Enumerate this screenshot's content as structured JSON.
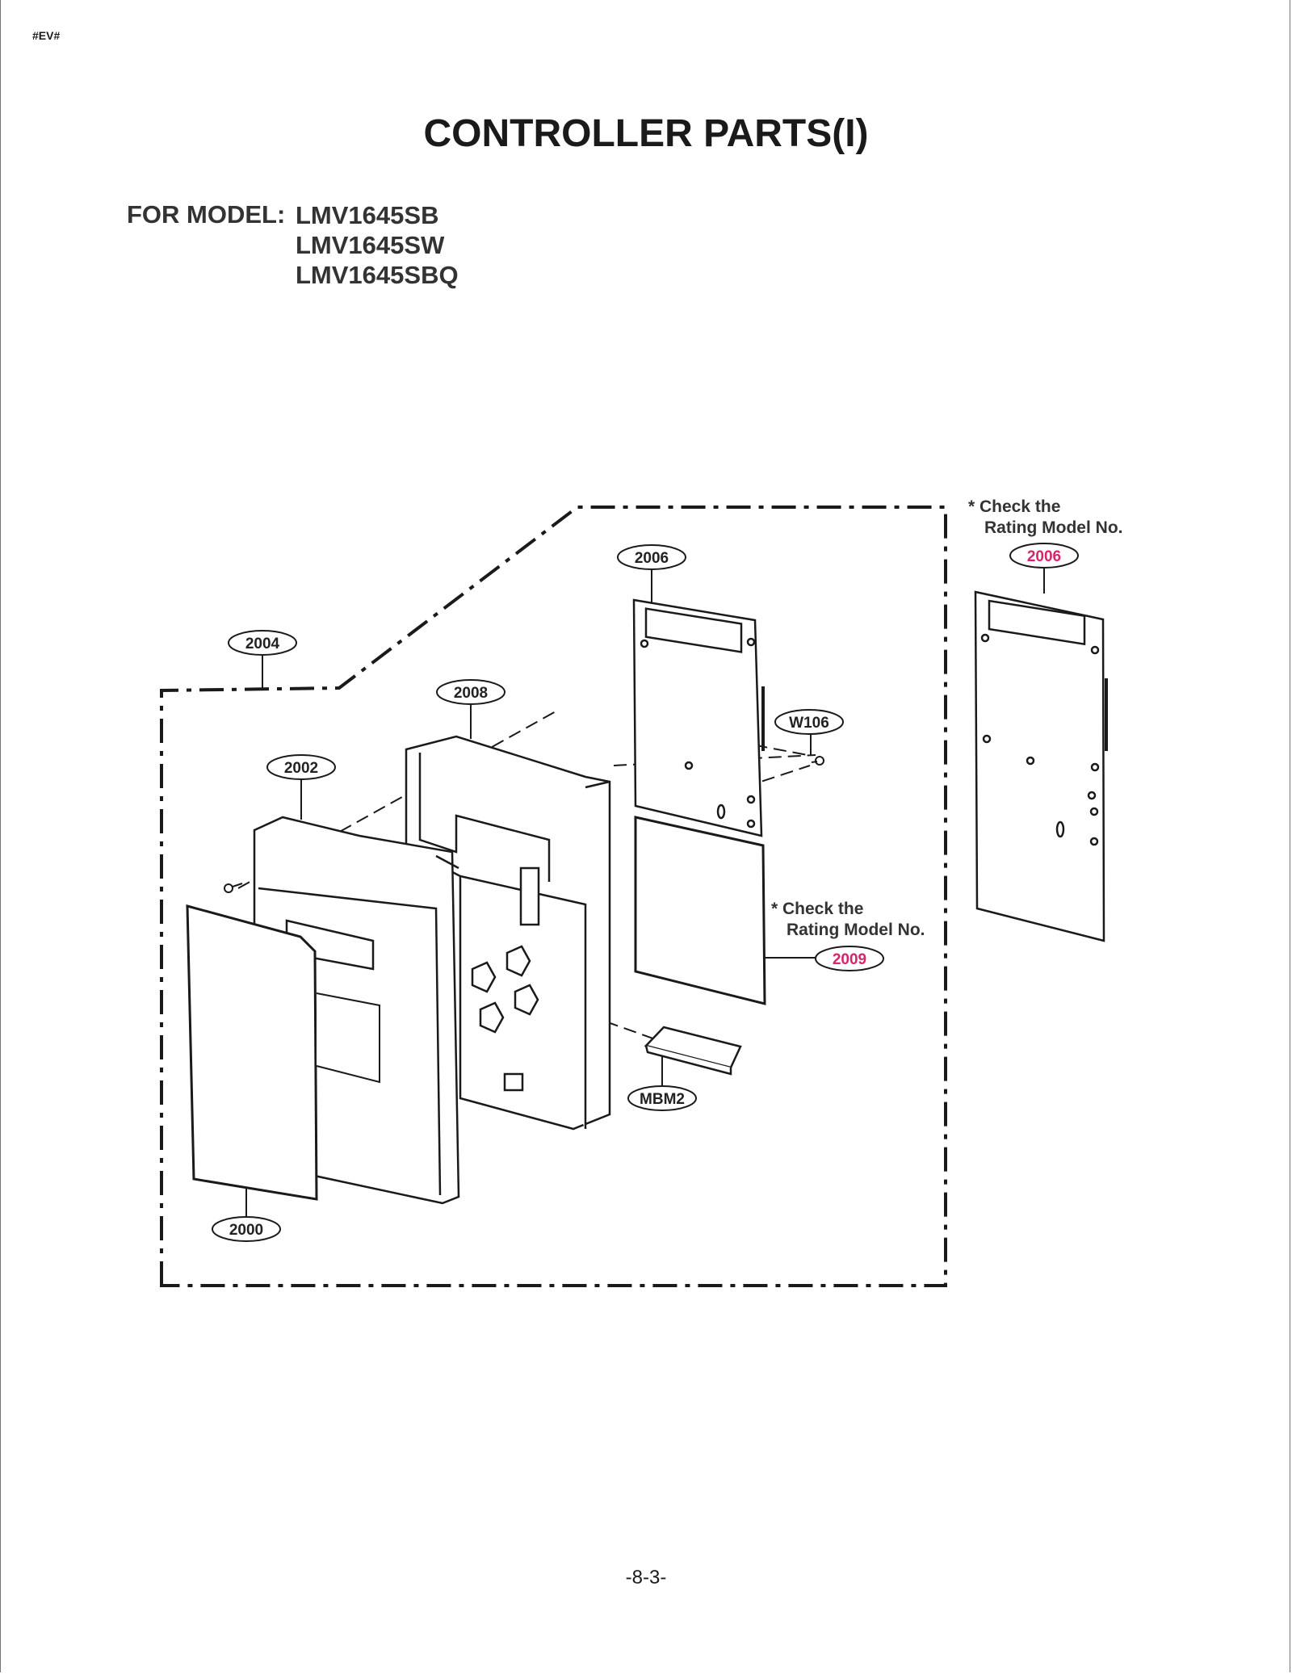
{
  "header": {
    "doc_code": "#EV#"
  },
  "title": "CONTROLLER PARTS(I)",
  "model": {
    "label": "FOR MODEL:",
    "models": [
      "LMV1645SB",
      "LMV1645SW",
      "LMV1645SBQ"
    ]
  },
  "notes": {
    "top_right": {
      "line1": "* Check the",
      "line2": "Rating Model No."
    },
    "middle": {
      "line1": "* Check the",
      "line2": "Rating Model No."
    }
  },
  "callouts": {
    "c2004": "2004",
    "c2006": "2006",
    "c2006_alt": "2006",
    "c2008": "2008",
    "c2002": "2002",
    "cW106": "W106",
    "c2009": "2009",
    "cMBM2": "MBM2",
    "c2000": "2000"
  },
  "colors": {
    "highlight": "#d6246e",
    "line": "#1a1a1a"
  },
  "footer": {
    "page_number": "-8-3-"
  }
}
